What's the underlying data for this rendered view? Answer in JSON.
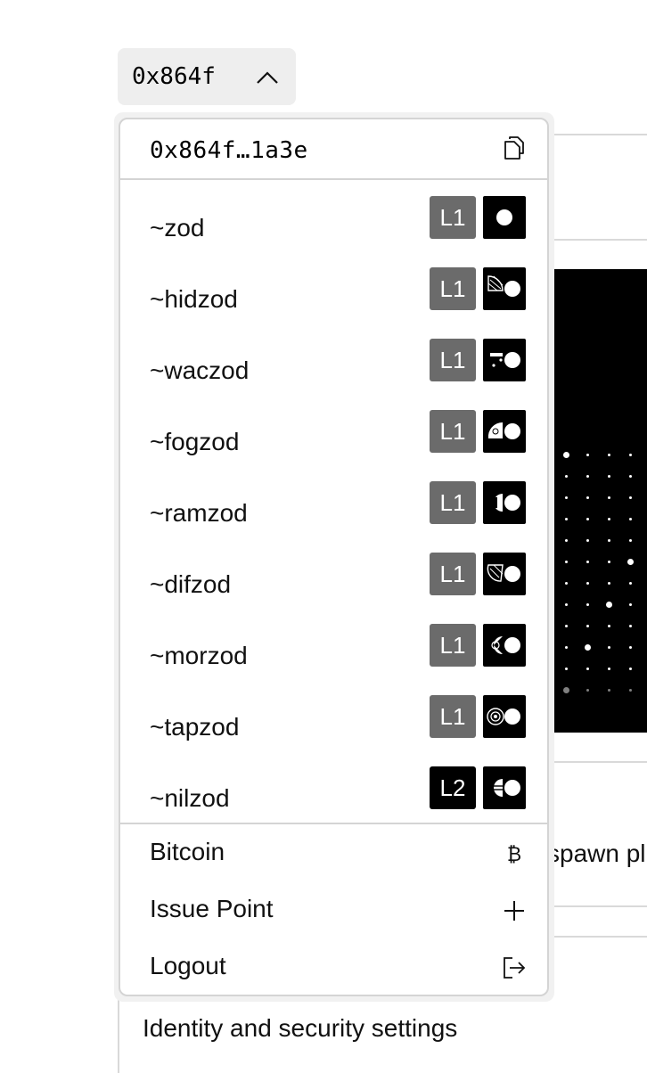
{
  "trigger": {
    "label": "0x864f"
  },
  "menu": {
    "address": "0x864f…1a3e",
    "points": [
      {
        "name": "~zod",
        "layer": "L1"
      },
      {
        "name": "~hidzod",
        "layer": "L1"
      },
      {
        "name": "~waczod",
        "layer": "L1"
      },
      {
        "name": "~fogzod",
        "layer": "L1"
      },
      {
        "name": "~ramzod",
        "layer": "L1"
      },
      {
        "name": "~difzod",
        "layer": "L1"
      },
      {
        "name": "~morzod",
        "layer": "L1"
      },
      {
        "name": "~tapzod",
        "layer": "L1"
      },
      {
        "name": "~nilzod",
        "layer": "L2"
      }
    ],
    "actions": {
      "bitcoin": "Bitcoin",
      "issue_point": "Issue Point",
      "logout": "Logout"
    }
  },
  "background": {
    "spawn_text": "spawn pl",
    "identity_text": "Identity and security settings"
  },
  "colors": {
    "layer_l1": "#6b6b6b",
    "layer_l2": "#000000",
    "trigger_bg": "#eeeeee",
    "border": "#d4d4d4"
  },
  "icons": [
    "chevron-up-icon",
    "copy-icon",
    "bitcoin-icon",
    "plus-icon",
    "logout-icon"
  ]
}
